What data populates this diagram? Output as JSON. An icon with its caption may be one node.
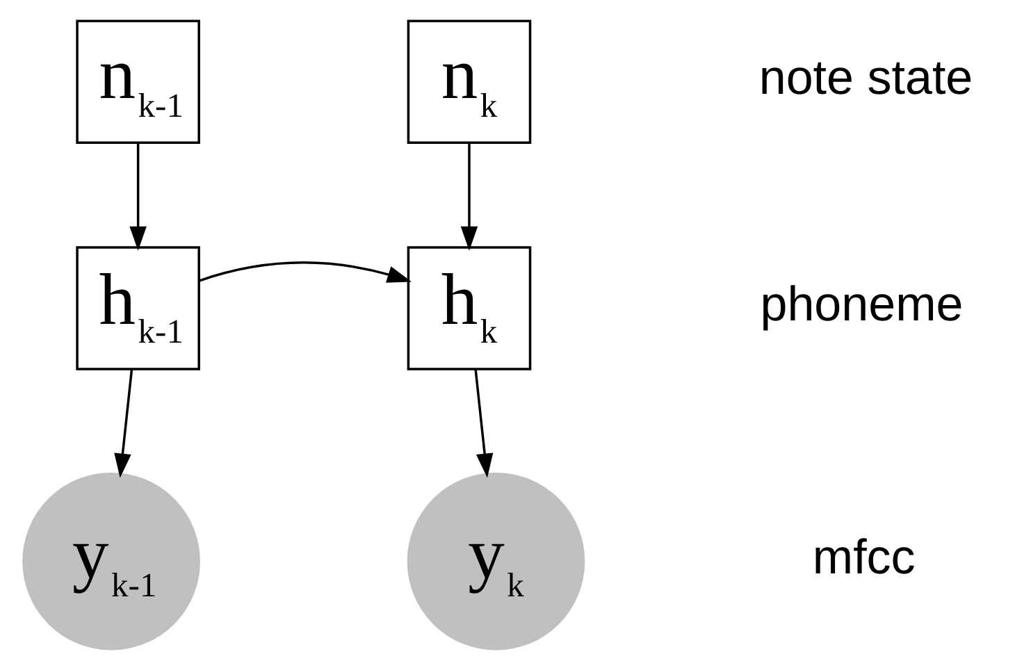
{
  "diagram": {
    "nodes": [
      {
        "text": [
          "n$_{k-1}$"
        ]
      },
      {
        "text": [
          "n$_{k}$"
        ]
      },
      {
        "text": [
          "h$_{k-1}$"
        ]
      },
      {
        "text": [
          "h$_{k}$"
        ]
      },
      {
        "text": [
          "y$_{k-1}$"
        ]
      },
      {
        "text": [
          "y$_{k}$"
        ]
      }
    ],
    "edges": [
      {
        "from": 0,
        "to": 2,
        "arrow": "to"
      },
      {
        "from": 1,
        "to": 3,
        "arrow": "to"
      },
      {
        "from": 2,
        "to": 3,
        "arrow": "to"
      },
      {
        "from": 2,
        "to": 4,
        "arrow": "to"
      },
      {
        "from": 3,
        "to": 5,
        "arrow": "to"
      }
    ],
    "labels": [
      "note state",
      "phoneme",
      "mfcc"
    ]
  }
}
